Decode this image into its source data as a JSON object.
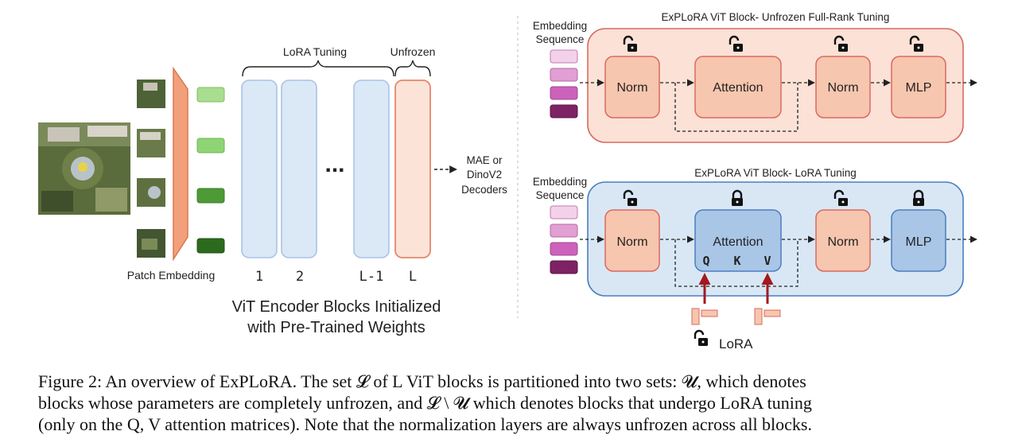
{
  "diagram": {
    "left": {
      "patch_embedding_label": "Patch Embedding",
      "lora_tuning_label": "LoRA Tuning",
      "unfrozen_label": "Unfrozen",
      "block_indices": [
        "1",
        "2",
        "L-1",
        "L"
      ],
      "ellipsis": "...",
      "decoders_lines": [
        "MAE or",
        "DinoV2",
        "Decoders"
      ],
      "encoder_title_lines": [
        "ViT Encoder Blocks Initialized",
        "with Pre-Trained Weights"
      ]
    },
    "top_block": {
      "title": "ExPLoRA ViT Block- Unfrozen Full-Rank Tuning",
      "embedding_lines": [
        "Embedding",
        "Sequence"
      ],
      "modules": [
        "Norm",
        "Attention",
        "Norm",
        "MLP"
      ]
    },
    "bottom_block": {
      "title": "ExPLoRA ViT Block- LoRA Tuning",
      "embedding_lines": [
        "Embedding",
        "Sequence"
      ],
      "modules": [
        "Norm",
        "Attention",
        "Norm",
        "MLP"
      ],
      "qkv": [
        "Q",
        "K",
        "V"
      ],
      "lora_label": "LoRA"
    },
    "colors": {
      "patch_embed": "#f2a07b",
      "lora_block_fill": "#dbe8f6",
      "lora_block_stroke": "#a9c4e4",
      "unfrozen_block_fill": "#fbe3d8",
      "unfrozen_block_stroke": "#e6866a",
      "top_panel_fill": "#fbe1d6",
      "bottom_panel_fill": "#d9e7f5",
      "orange_module": "#f7c6ae",
      "blue_module": "#a9c6e6",
      "arrow_red": "#a3191f"
    }
  },
  "caption": {
    "lines": [
      "Figure 2: An overview of ExPLoRA. The set 𝓛 of L ViT blocks is partitioned into two sets: 𝓤, which denotes",
      "blocks whose parameters are completely unfrozen, and 𝓛 \\ 𝓤 which denotes blocks that undergo LoRA tuning",
      "(only on the Q, V attention matrices). Note that the normalization layers are always unfrozen across all blocks."
    ]
  }
}
